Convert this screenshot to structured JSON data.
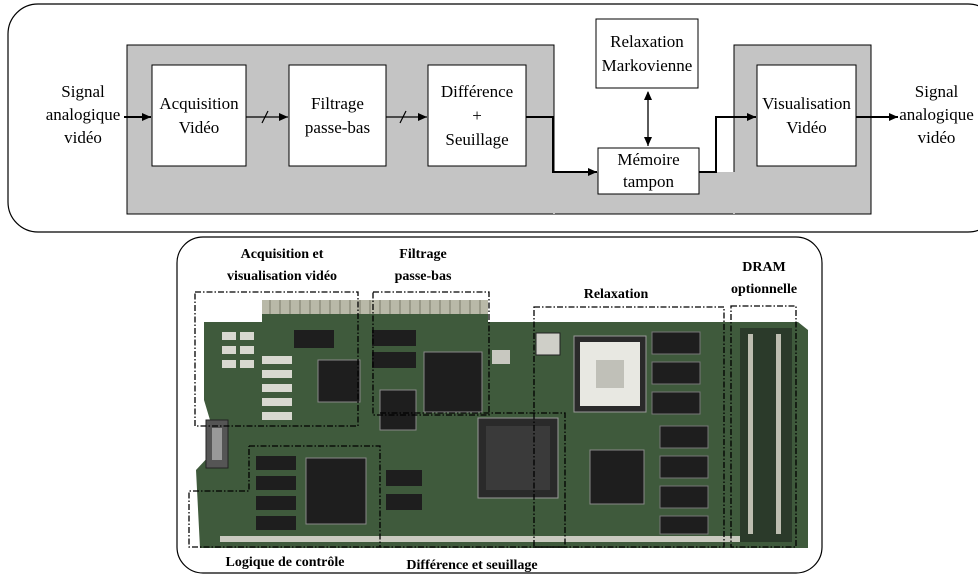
{
  "block_diagram": {
    "input_label": [
      "Signal",
      "analogique",
      "vidéo"
    ],
    "output_label": [
      "Signal",
      "analogique",
      "vidéo"
    ],
    "acquisition": [
      "Acquisition",
      "Vidéo"
    ],
    "filtrage": [
      "Filtrage",
      "passe-bas"
    ],
    "difference": [
      "Différence",
      "+",
      "Seuillage"
    ],
    "relaxation": [
      "Relaxation",
      "Markovienne"
    ],
    "memoire": [
      "Mémoire",
      "tampon"
    ],
    "visualisation": [
      "Visualisation",
      "Vidéo"
    ]
  },
  "board": {
    "acquisition_region": [
      "Acquisition et",
      "visualisation vidéo"
    ],
    "filtrage_region": [
      "Filtrage",
      "passe-bas"
    ],
    "relaxation_region": "Relaxation",
    "dram_region": [
      "DRAM",
      "optionnelle"
    ],
    "logique_region": "Logique de contrôle",
    "difference_region": "Différence et seuillage"
  },
  "colors": {
    "panel_fill": "#c4c4c4",
    "box_fill": "#ffffff",
    "board_green": "#3f5a3c",
    "chip_dark": "#1e1e1e"
  }
}
